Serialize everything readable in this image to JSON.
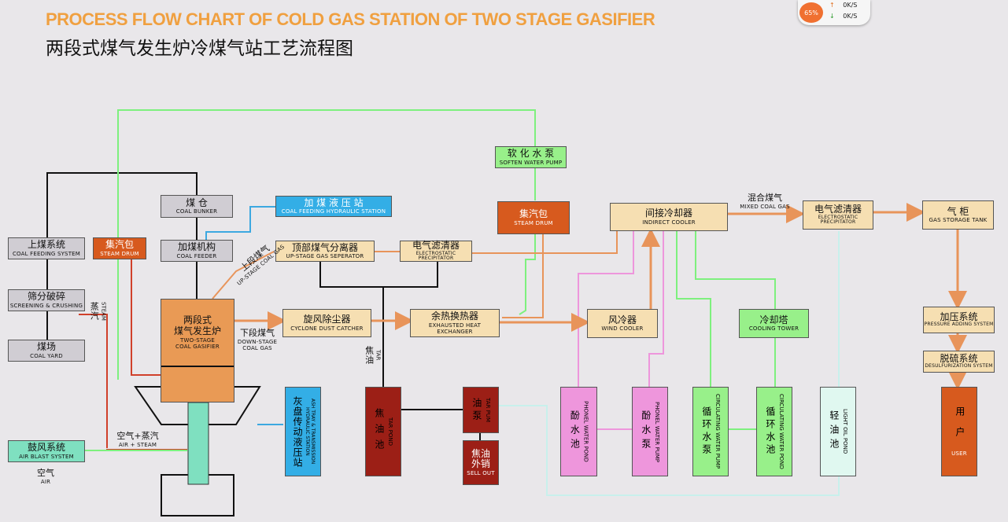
{
  "title_en": "PROCESS FLOW CHART OF COLD GAS STATION OF TWO STAGE GASIFIER",
  "title_zh": "两段式煤气发生炉冷煤气站工艺流程图",
  "speed_widget": {
    "percent": "65%",
    "up": "0K/S",
    "down": "0K/S",
    "up_icon": "arrow-up-icon",
    "down_icon": "arrow-down-icon"
  },
  "nodes": {
    "coal_feeding_system": {
      "zh": "上煤系统",
      "en": "COAL FEEDING SYSTEM"
    },
    "screening_crushing": {
      "zh": "筛分破碎",
      "en": "SCREENING & CRUSHING"
    },
    "coal_yard": {
      "zh": "煤场",
      "en": "COAL YARD"
    },
    "steam_drum_left": {
      "zh": "集汽包",
      "en": "STEAM DRUM"
    },
    "coal_bunker": {
      "zh": "煤 仓",
      "en": "COAL BUNKER"
    },
    "coal_feeder": {
      "zh": "加煤机构",
      "en": "COAL FEEDER"
    },
    "coal_feeding_hydraulic": {
      "zh": "加 煤 液 压 站",
      "en": "COAL FEEDING HYDRAULIC STATION"
    },
    "upstage_gas_separator": {
      "zh": "顶部煤气分离器",
      "en": "UP-STAGE GAS SEPERATOR"
    },
    "esp_upper": {
      "zh": "电气滤清器",
      "en": "ELECTROSTATIC PRECIPITATOR"
    },
    "soften_water_pump": {
      "zh": "软 化 水 泵",
      "en": "SOFTEN WATER PUMP"
    },
    "steam_drum_right": {
      "zh": "集汽包",
      "en": "STEAM DRUM"
    },
    "indirect_cooler": {
      "zh": "间接冷却器",
      "en": "INDIRECT COOLER"
    },
    "esp_right": {
      "zh": "电气滤清器",
      "en": "ELECTROSTATIC PRECIPITATOR"
    },
    "gas_storage_tank": {
      "zh": "气 柜",
      "en": "GAS STORAGE TANK"
    },
    "gasifier_zh1": "两段式",
    "gasifier_zh2": "煤气发生炉",
    "gasifier_en1": "TWO-STAGE",
    "gasifier_en2": "COAL GASIFIER",
    "cyclone": {
      "zh": "旋风除尘器",
      "en": "CYCLONE DUST CATCHER"
    },
    "heat_exchanger": {
      "zh": "余热换热器",
      "en": "EXHAUSTED HEAT EXCHANGER"
    },
    "wind_cooler": {
      "zh": "风冷器",
      "en": "WIND COOLER"
    },
    "cooling_tower": {
      "zh": "冷却塔",
      "en": "COOLING TOWER"
    },
    "pressure_adding": {
      "zh": "加压系统",
      "en": "PRESSURE ADDING SYSTEM"
    },
    "desulfurization": {
      "zh": "脱硫系统",
      "en": "DESULFURIZATION SYSTEM"
    },
    "ash_tray": {
      "zh": "灰盘传动液压站",
      "en": "ASH TRAY & TRANSMISSION HYDRAULIC STATION"
    },
    "tar_pond": {
      "zh": "焦油池",
      "en": "TAR POND"
    },
    "tar_pump": {
      "zh": "油泵",
      "en": "TAR PUM"
    },
    "sell_out": {
      "zh1": "焦油",
      "zh2": "外销",
      "en": "SELL OUT"
    },
    "phenol_water_pond": {
      "zh": "酚水池",
      "en": "PHONEL WATER POND"
    },
    "phenol_water_pump": {
      "zh": "酚水泵",
      "en": "PHONEL WATER PUMP"
    },
    "circulating_water_pump": {
      "zh": "循环水泵",
      "en": "CIRCULATING WATER PUMP"
    },
    "circulating_water_pond": {
      "zh": "循环水池",
      "en": "CIRCULATING WATER POND"
    },
    "light_oil_pond": {
      "zh": "轻油池",
      "en": "LIGHT OIL POND"
    },
    "user": {
      "zh": "用户",
      "en": "USER"
    },
    "air_blast_system": {
      "zh": "鼓风系统",
      "en": "AIR BLAST SYSTEM"
    }
  },
  "labels": {
    "steam_zh": "蒸汽",
    "steam_en": "STEAM",
    "upstage_gas_zh": "上段煤气",
    "upstage_gas_en": "UP-STAGE COAL GAS",
    "downstage_gas_zh": "下段煤气",
    "downstage_gas_en1": "DOWN-STAGE",
    "downstage_gas_en2": "COAL GAS",
    "tar_zh": "焦油",
    "tar_en": "TAR",
    "mixed_gas_zh": "混合煤气",
    "mixed_gas_en": "MIXED COAL GAS",
    "air_steam_zh": "空气+蒸汽",
    "air_steam_en": "AIR + STEAM",
    "air_zh": "空气",
    "air_en": "AIR"
  },
  "colors": {
    "orange_line": "#e8945a",
    "green_line": "#7ef07e",
    "blue_line": "#3ca8e0",
    "pink_line": "#ee96dc",
    "cyan_line": "#c8f0ec",
    "black_line": "#111111",
    "title_orange": "#f0a040"
  }
}
